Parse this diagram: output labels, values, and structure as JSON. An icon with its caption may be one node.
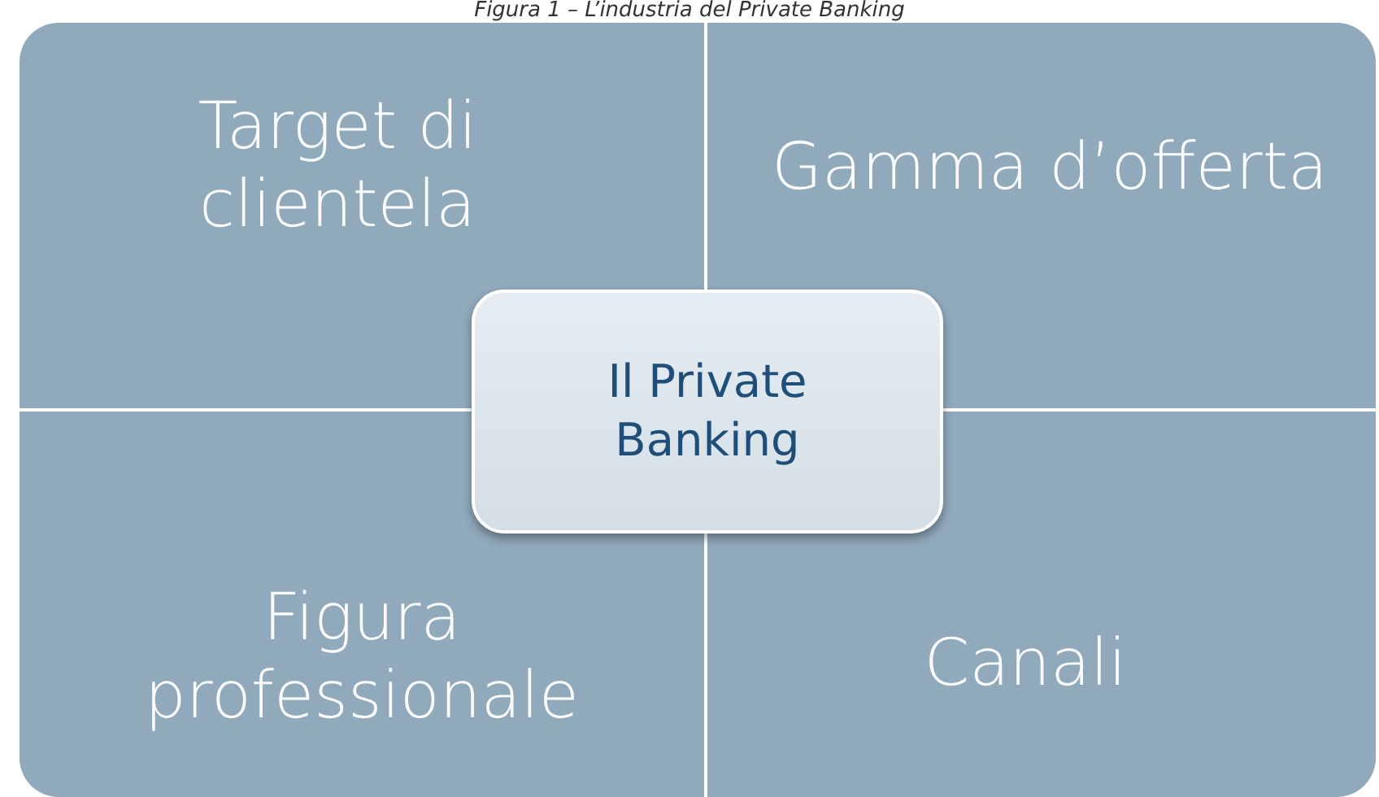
{
  "diagram": {
    "title": "Figura 1 – L’industria del Private Banking",
    "nodes": [
      {
        "text": [
          "Target di clientela"
        ]
      },
      {
        "text": [
          "Gamma d’offerta"
        ]
      },
      {
        "text": [
          "Figura professionale"
        ]
      },
      {
        "text": [
          "Canali"
        ]
      },
      {
        "text": [
          "Il Private Banking"
        ]
      }
    ]
  }
}
